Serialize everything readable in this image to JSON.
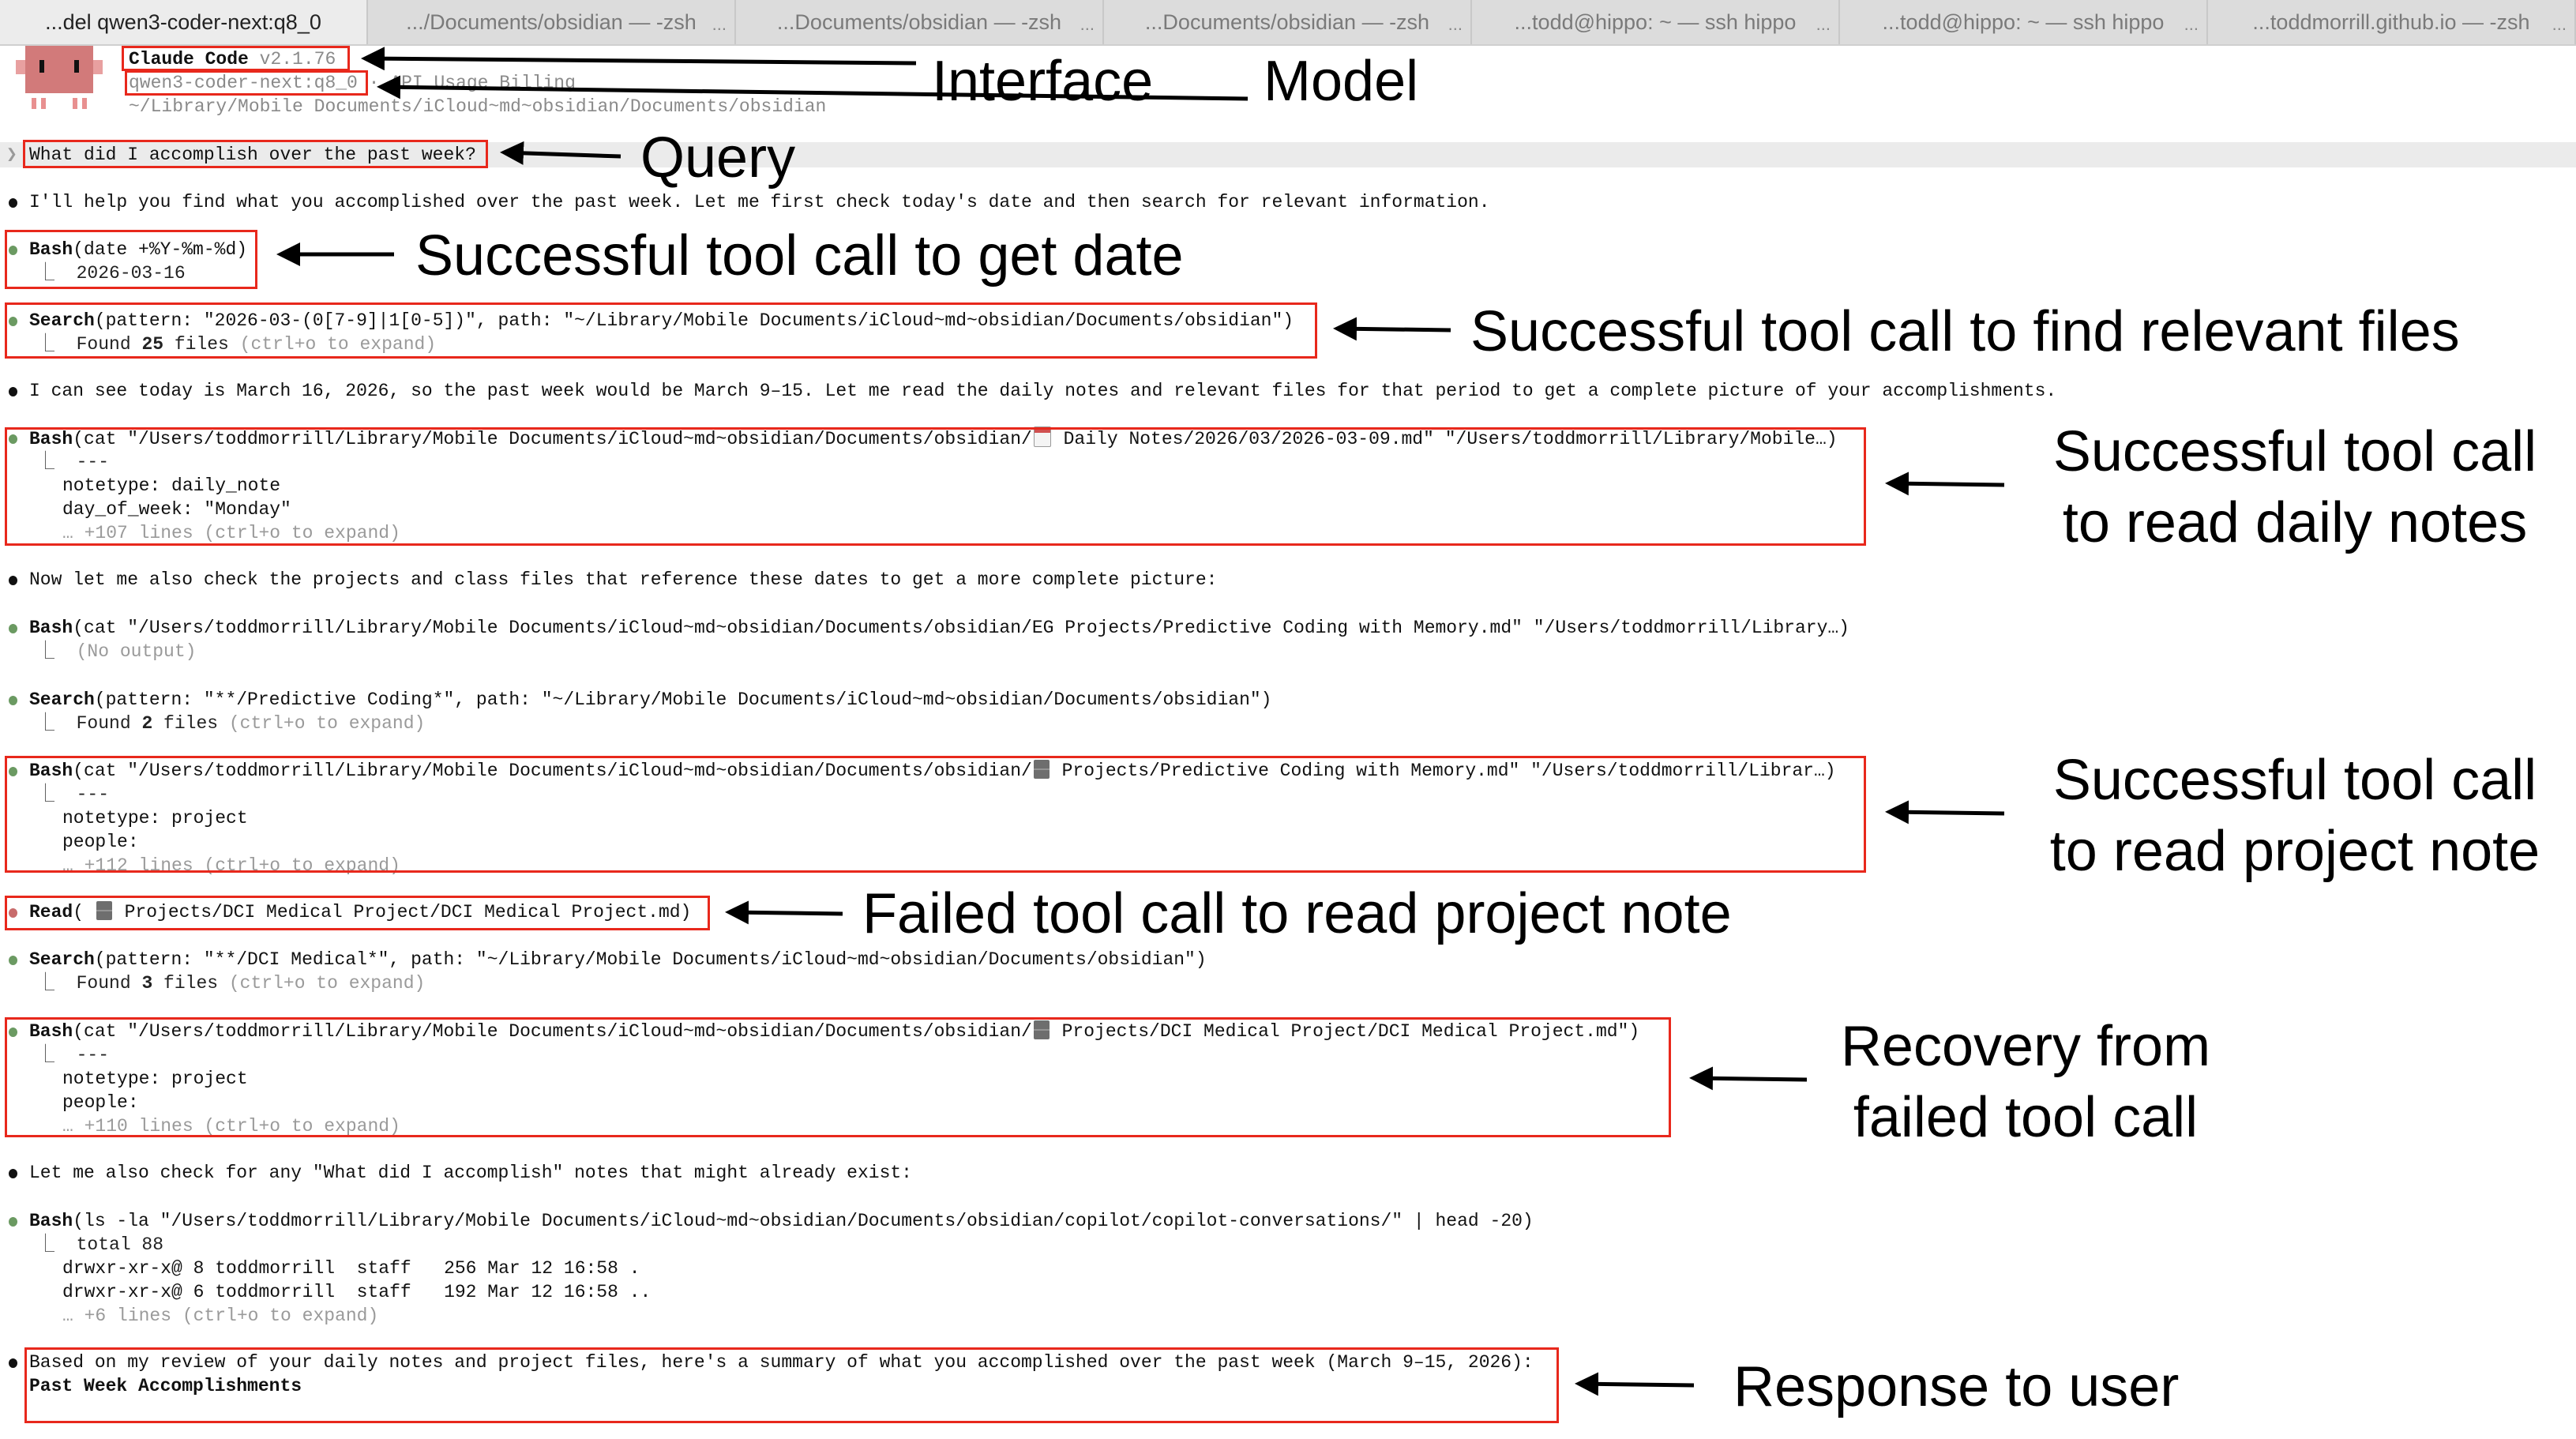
{
  "tabs": [
    {
      "label": "...del qwen3-coder-next:q8_0",
      "active": true
    },
    {
      "label": ".../Documents/obsidian — -zsh",
      "active": false
    },
    {
      "label": "...Documents/obsidian — -zsh",
      "active": false
    },
    {
      "label": "...Documents/obsidian — -zsh",
      "active": false
    },
    {
      "label": "...todd@hippo: ~ — ssh hippo",
      "active": false
    },
    {
      "label": "...todd@hippo: ~ — ssh hippo",
      "active": false
    },
    {
      "label": "...toddmorrill.github.io — -zsh",
      "active": false
    }
  ],
  "tab_more": "...",
  "header": {
    "app_name": "Claude Code",
    "version": "v2.1.76",
    "model": "qwen3-coder-next:q8_0",
    "billing": " · API Usage Billing",
    "cwd": "~/Library/Mobile Documents/iCloud~md~obsidian/Documents/obsidian",
    "logo_color": "#d27a7a"
  },
  "query": {
    "prompt_icon": "❯",
    "text": "What did I accomplish over the past week?"
  },
  "colors": {
    "success": "#6b9a62",
    "failure": "#c86b6b",
    "annotation": "#e8281c"
  },
  "transcript": [
    {
      "kind": "text",
      "text": "I'll help you find what you accomplished over the past week. Let me first check today's date and then search for relevant information."
    },
    {
      "kind": "tool",
      "status": "ok",
      "tool": "Bash",
      "args": "(date +%Y-%m-%d)",
      "result": [
        "2026-03-16"
      ]
    },
    {
      "kind": "tool",
      "status": "ok",
      "tool": "Search",
      "args": "(pattern: \"2026-03-(0[7-9]|1[0-5])\", path: \"~/Library/Mobile Documents/iCloud~md~obsidian/Documents/obsidian\")",
      "found": {
        "pre": "Found ",
        "count": "25",
        "post": " files",
        "hint": " (ctrl+o to expand)"
      }
    },
    {
      "kind": "text",
      "text": "I can see today is March 16, 2026, so the past week would be March 9–15. Let me read the daily notes and relevant files for that period to get a complete picture of your accomplishments."
    },
    {
      "kind": "tool",
      "status": "ok",
      "tool": "Bash",
      "args": "(cat \"/Users/toddmorrill/Library/Mobile Documents/iCloud~md~obsidian/Documents/obsidian/",
      "icon": "calendar",
      "args_post": " Daily Notes/2026/03/2026-03-09.md\" \"/Users/toddmorrill/Library/Mobile…)",
      "result": [
        "---",
        "notetype: daily_note",
        "day_of_week: \"Monday\""
      ],
      "more": "… +107 lines (ctrl+o to expand)"
    },
    {
      "kind": "text",
      "text": "Now let me also check the projects and class files that reference these dates to get a more complete picture:"
    },
    {
      "kind": "tool",
      "status": "ok",
      "tool": "Bash",
      "args": "(cat \"/Users/toddmorrill/Library/Mobile Documents/iCloud~md~obsidian/Documents/obsidian/EG Projects/Predictive Coding with Memory.md\" \"/Users/toddmorrill/Library…)",
      "muted_result": "(No output)"
    },
    {
      "kind": "tool",
      "status": "ok",
      "tool": "Search",
      "args": "(pattern: \"**/Predictive Coding*\", path: \"~/Library/Mobile Documents/iCloud~md~obsidian/Documents/obsidian\")",
      "found": {
        "pre": "Found ",
        "count": "2",
        "post": " files",
        "hint": " (ctrl+o to expand)"
      }
    },
    {
      "kind": "tool",
      "status": "ok",
      "tool": "Bash",
      "args": "(cat \"/Users/toddmorrill/Library/Mobile Documents/iCloud~md~obsidian/Documents/obsidian/",
      "icon": "cabinet",
      "args_post": " Projects/Predictive Coding with Memory.md\" \"/Users/toddmorrill/Librar…)",
      "result": [
        "---",
        "notetype: project",
        "people:"
      ],
      "more": "… +112 lines (ctrl+o to expand)"
    },
    {
      "kind": "tool",
      "status": "fail",
      "tool": "Read",
      "args": "( ",
      "icon": "cabinet",
      "args_post": " Projects/DCI Medical Project/DCI Medical Project.md)"
    },
    {
      "kind": "tool",
      "status": "ok",
      "tool": "Search",
      "args": "(pattern: \"**/DCI Medical*\", path: \"~/Library/Mobile Documents/iCloud~md~obsidian/Documents/obsidian\")",
      "found": {
        "pre": "Found ",
        "count": "3",
        "post": " files",
        "hint": " (ctrl+o to expand)"
      }
    },
    {
      "kind": "tool",
      "status": "ok",
      "tool": "Bash",
      "args": "(cat \"/Users/toddmorrill/Library/Mobile Documents/iCloud~md~obsidian/Documents/obsidian/",
      "icon": "cabinet",
      "args_post": " Projects/DCI Medical Project/DCI Medical Project.md\")",
      "result": [
        "---",
        "notetype: project",
        "people:"
      ],
      "more": "… +110 lines (ctrl+o to expand)"
    },
    {
      "kind": "text",
      "text": "Let me also check for any \"What did I accomplish\" notes that might already exist:"
    },
    {
      "kind": "tool",
      "status": "ok",
      "tool": "Bash",
      "args": "(ls -la \"/Users/toddmorrill/Library/Mobile Documents/iCloud~md~obsidian/Documents/obsidian/copilot/copilot-conversations/\" | head -20)",
      "result": [
        "total 88",
        "drwxr-xr-x@ 8 toddmorrill  staff   256 Mar 12 16:58 .",
        "drwxr-xr-x@ 6 toddmorrill  staff   192 Mar 12 16:58 .."
      ],
      "more": "… +6 lines (ctrl+o to expand)"
    },
    {
      "kind": "text",
      "text": "Based on my review of your daily notes and project files, here's a summary of what you accomplished over the past week (March 9–15, 2026):",
      "heading": "Past Week Accomplishments"
    }
  ],
  "annotations": {
    "interface": "Interface",
    "model": "Model",
    "query": "Query",
    "get_date": "Successful tool call to get date",
    "find_files": "Successful tool call to find relevant files",
    "daily_notes": "Successful tool call\nto read daily notes",
    "project_note": "Successful tool call\nto read project note",
    "failed": "Failed tool call to read project note",
    "recovery": "Recovery from\nfailed tool call",
    "response": "Response to user"
  }
}
